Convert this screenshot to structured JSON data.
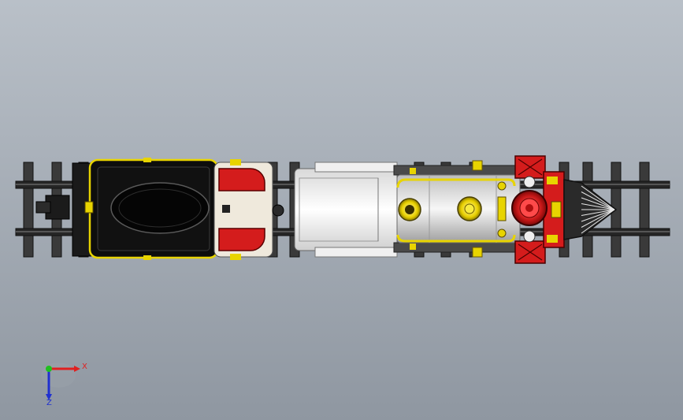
{
  "viewport": {
    "background_top": "#b9c0c8",
    "background_bottom": "#8f97a1"
  },
  "model": {
    "palette": {
      "rail": "#2a2a2a",
      "tie": "#3a3a3a",
      "tender_black": "#0d0d0d",
      "trim_yellow": "#e8d400",
      "red": "#d41c1c",
      "cream": "#efe9dc",
      "cab_white": "#f4f4f4",
      "boiler_silver": "#d9d9d9",
      "brass": "#f0d800"
    },
    "tie_count": 11
  },
  "triad": {
    "x_label": "X",
    "z_label": "Z",
    "x_color": "#e02020",
    "y_color": "#20c020",
    "z_color": "#2030d0"
  }
}
